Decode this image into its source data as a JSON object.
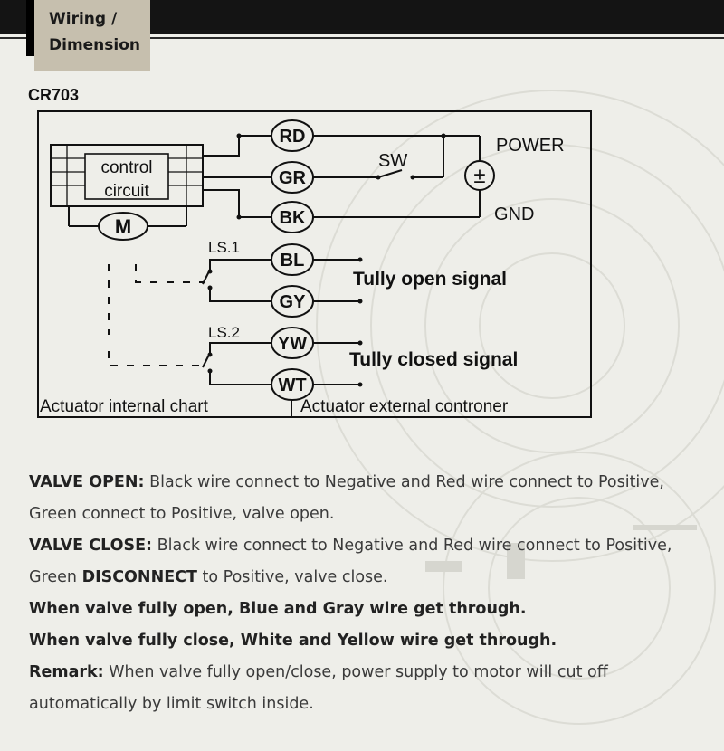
{
  "header": {
    "tab_line1": "Wiring  /",
    "tab_line2": "Dimension"
  },
  "model": "CR703",
  "diagram": {
    "terminals": [
      "RD",
      "GR",
      "BK",
      "BL",
      "GY",
      "YW",
      "WT"
    ],
    "control_label_1": "control",
    "control_label_2": "circuit",
    "motor": "M",
    "switch": "SW",
    "power": "POWER",
    "power_symbol": "±",
    "gnd": "GND",
    "ls1": "LS.1",
    "ls2": "LS.2",
    "open_signal": "Tully open signal",
    "closed_signal": "Tully closed signal",
    "internal": "Actuator internal chart",
    "external": "Actuator external controner"
  },
  "description": {
    "p1_label": "VALVE OPEN:",
    "p1_text": " Black wire connect to Negative and Red wire connect to Positive, Green connect to Positive, valve open.",
    "p2_label": "VALVE CLOSE:",
    "p2_text_a": " Black wire connect to Negative and Red wire connect to Positive, Green ",
    "p2_bold": "DISCONNECT",
    "p2_text_b": " to Positive, valve close.",
    "p3": "When valve fully open, Blue and Gray wire get through.",
    "p4": "When valve fully close, White and Yellow wire get through.",
    "p5_label": "Remark:",
    "p5_text": " When valve fully open/close, power supply to motor will cut off automatically by limit switch inside."
  }
}
